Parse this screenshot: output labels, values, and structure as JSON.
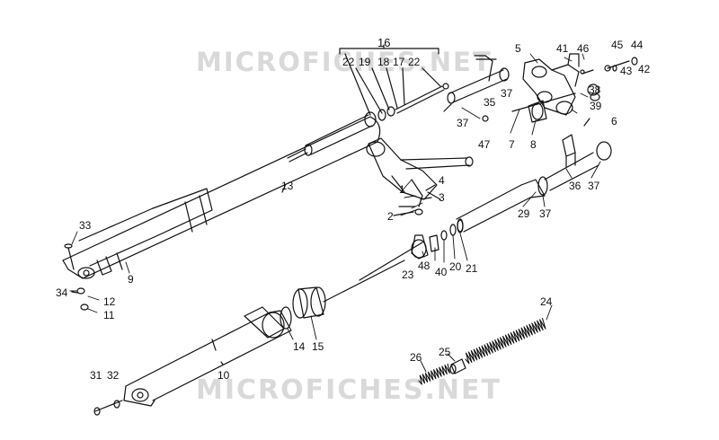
{
  "watermark": {
    "top": "MICROFICHES.NET",
    "bottom": "MICROFICHES.NET"
  },
  "callouts": [
    {
      "id": "16",
      "text": "16"
    },
    {
      "id": "22a",
      "text": "22"
    },
    {
      "id": "19",
      "text": "19"
    },
    {
      "id": "18",
      "text": "18"
    },
    {
      "id": "17",
      "text": "17"
    },
    {
      "id": "22b",
      "text": "22"
    },
    {
      "id": "5",
      "text": "5"
    },
    {
      "id": "41",
      "text": "41"
    },
    {
      "id": "46",
      "text": "46"
    },
    {
      "id": "45",
      "text": "45"
    },
    {
      "id": "44",
      "text": "44"
    },
    {
      "id": "43",
      "text": "43"
    },
    {
      "id": "42",
      "text": "42"
    },
    {
      "id": "38",
      "text": "38"
    },
    {
      "id": "39",
      "text": "39"
    },
    {
      "id": "6",
      "text": "6"
    },
    {
      "id": "35",
      "text": "35"
    },
    {
      "id": "37a",
      "text": "37"
    },
    {
      "id": "37b",
      "text": "37"
    },
    {
      "id": "47",
      "text": "47"
    },
    {
      "id": "7",
      "text": "7"
    },
    {
      "id": "8",
      "text": "8"
    },
    {
      "id": "36",
      "text": "36"
    },
    {
      "id": "37c",
      "text": "37"
    },
    {
      "id": "29",
      "text": "29"
    },
    {
      "id": "37d",
      "text": "37"
    },
    {
      "id": "13",
      "text": "13"
    },
    {
      "id": "4",
      "text": "4"
    },
    {
      "id": "1",
      "text": "1"
    },
    {
      "id": "3",
      "text": "3"
    },
    {
      "id": "2",
      "text": "2"
    },
    {
      "id": "33",
      "text": "33"
    },
    {
      "id": "9",
      "text": "9"
    },
    {
      "id": "34",
      "text": "34"
    },
    {
      "id": "12",
      "text": "12"
    },
    {
      "id": "11",
      "text": "11"
    },
    {
      "id": "23",
      "text": "23"
    },
    {
      "id": "48",
      "text": "48"
    },
    {
      "id": "40",
      "text": "40"
    },
    {
      "id": "20",
      "text": "20"
    },
    {
      "id": "21",
      "text": "21"
    },
    {
      "id": "14",
      "text": "14"
    },
    {
      "id": "15",
      "text": "15"
    },
    {
      "id": "10",
      "text": "10"
    },
    {
      "id": "31",
      "text": "31"
    },
    {
      "id": "32",
      "text": "32"
    },
    {
      "id": "24",
      "text": "24"
    },
    {
      "id": "26",
      "text": "26"
    },
    {
      "id": "25",
      "text": "25"
    }
  ]
}
